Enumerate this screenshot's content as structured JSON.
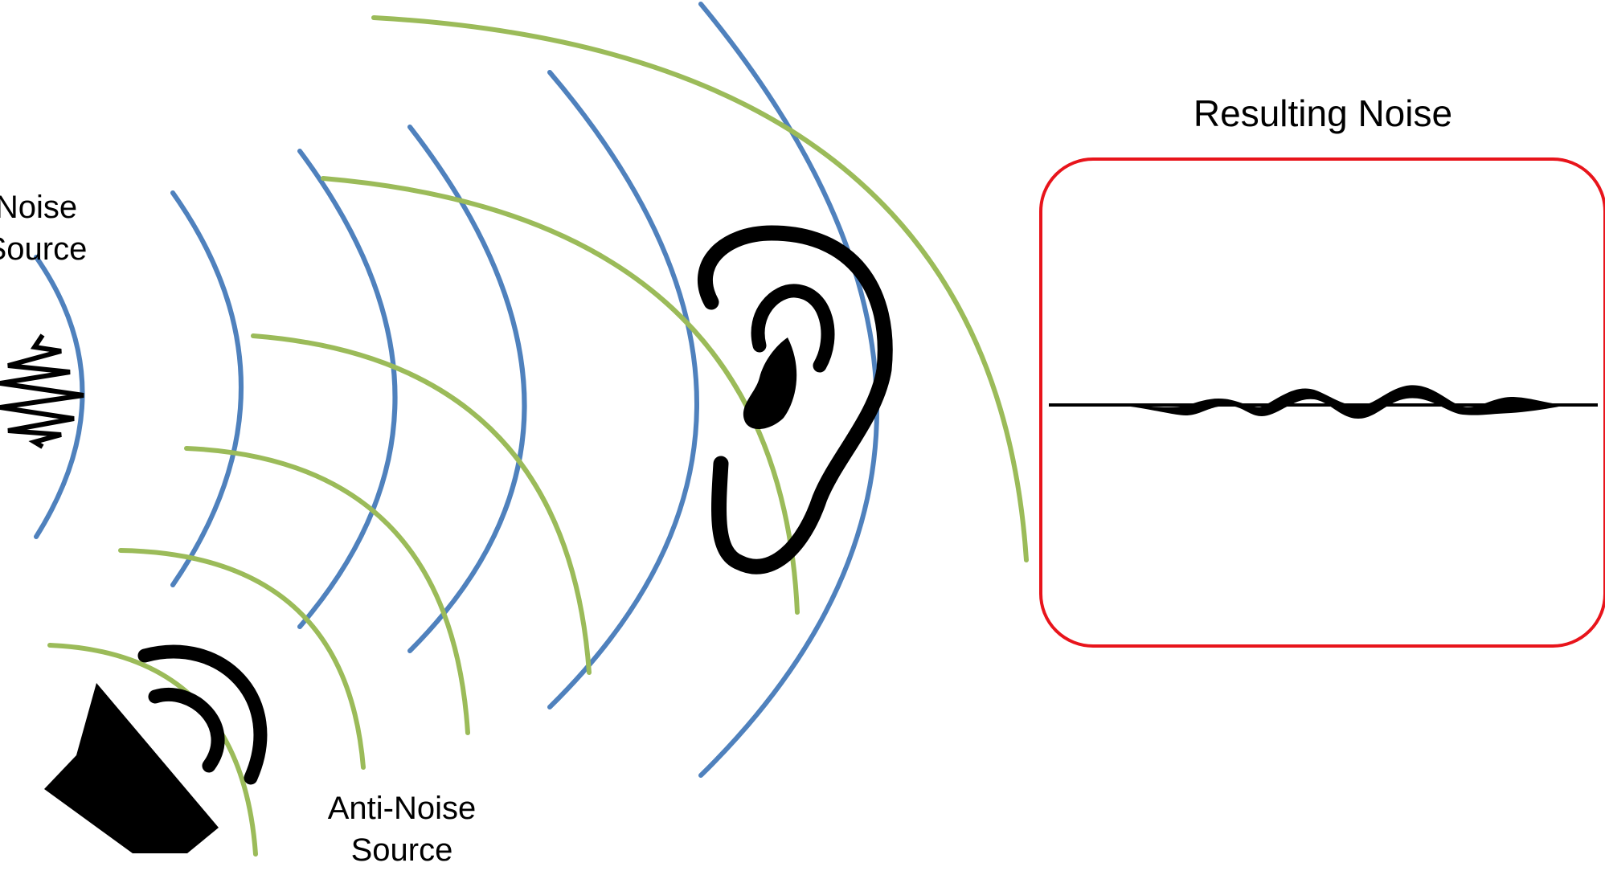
{
  "labels": {
    "noise_source_line1": "Noise",
    "noise_source_line2": "Source",
    "anti_noise_source_line1": "Anti-Noise",
    "anti_noise_source_line2": "Source",
    "resulting_noise_title": "Resulting Noise"
  },
  "colors": {
    "noise_wave": "#4f81bd",
    "anti_noise_wave": "#9bbb59",
    "result_box_border": "#e8141b",
    "icon_fill": "#000000",
    "background": "#ffffff"
  },
  "icons": {
    "noise_source": "zigzag-noise-icon",
    "anti_noise_source": "speaker-icon",
    "listener": "ear-icon"
  }
}
